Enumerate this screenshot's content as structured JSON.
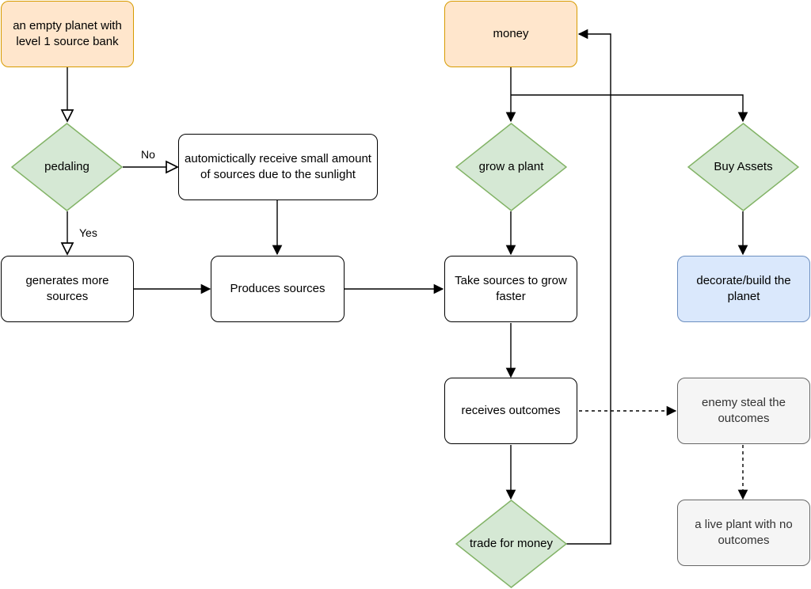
{
  "diagram": {
    "nodes": {
      "start": "an empty planet with level 1 source bank",
      "pedaling": "pedaling",
      "auto": "automictically receive small amount of sources due to the sunlight",
      "generates": "generates more sources",
      "produces": "Produces sources",
      "money": "money",
      "grow": "grow a plant",
      "buy": "Buy Assets",
      "take": "Take sources to grow faster",
      "decorate": "decorate/build the planet",
      "receives": "receives outcomes",
      "enemy": "enemy steal the outcomes",
      "trade": "trade for money",
      "live": "a live plant with no outcomes"
    },
    "edge_labels": {
      "no": "No",
      "yes": "Yes"
    },
    "colors": {
      "orange_fill": "#ffe6cc",
      "orange_stroke": "#d79b00",
      "green_fill": "#d5e8d4",
      "green_stroke": "#82b366",
      "blue_fill": "#dae8fc",
      "blue_stroke": "#6c8ebf",
      "gray_fill": "#f5f5f5",
      "gray_stroke": "#666666"
    }
  }
}
